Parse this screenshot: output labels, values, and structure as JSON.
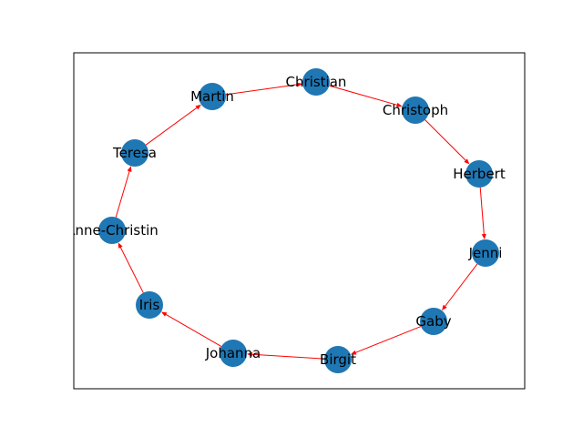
{
  "graph": {
    "nodes": [
      {
        "id": "Christian",
        "label": "Christian"
      },
      {
        "id": "Christoph",
        "label": "Christoph"
      },
      {
        "id": "Herbert",
        "label": "Herbert"
      },
      {
        "id": "Jenni",
        "label": "Jenni"
      },
      {
        "id": "Gaby",
        "label": "Gaby"
      },
      {
        "id": "Birgit",
        "label": "Birgit"
      },
      {
        "id": "Johanna",
        "label": "Johanna"
      },
      {
        "id": "Iris",
        "label": "Iris"
      },
      {
        "id": "Anne-Christin",
        "label": "Anne-Christin"
      },
      {
        "id": "Teresa",
        "label": "Teresa"
      },
      {
        "id": "Martin",
        "label": "Martin"
      }
    ],
    "edges": [
      [
        "Christian",
        "Christoph"
      ],
      [
        "Christoph",
        "Herbert"
      ],
      [
        "Herbert",
        "Jenni"
      ],
      [
        "Jenni",
        "Gaby"
      ],
      [
        "Gaby",
        "Birgit"
      ],
      [
        "Birgit",
        "Johanna"
      ],
      [
        "Johanna",
        "Iris"
      ],
      [
        "Iris",
        "Anne-Christin"
      ],
      [
        "Anne-Christin",
        "Teresa"
      ],
      [
        "Teresa",
        "Martin"
      ],
      [
        "Martin",
        "Christian"
      ]
    ],
    "colors": {
      "node": "#1f77b4",
      "edge": "#ff0000",
      "label": "#000000",
      "frame": "#000000"
    }
  }
}
